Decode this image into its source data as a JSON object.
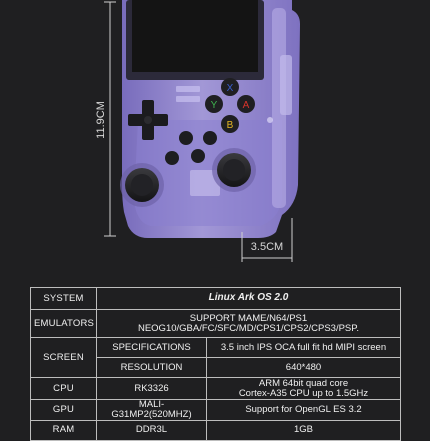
{
  "dimensions": {
    "height_label": "11.9CM",
    "depth_label": "3.5CM"
  },
  "device": {
    "buttons": {
      "x": "X",
      "y": "Y",
      "a": "A",
      "b": "B"
    },
    "colors": {
      "shell": "#9b8fd6",
      "shell_dark": "#6e62b3",
      "screen": "#141414",
      "button_x": "#3a5fcf",
      "button_y": "#3fb34f",
      "button_a": "#d8342b",
      "button_b": "#e3b523"
    }
  },
  "specs": {
    "rows": [
      {
        "label": "SYSTEM",
        "value": "Linux Ark OS 2.0"
      },
      {
        "label": "EMULATORS",
        "value_line1": "SUPPORT MAME/N64/PS1",
        "value_line2": "NEOG10/GBA/FC/SFC/MD/CPS1/CPS2/CPS3/PSP."
      },
      {
        "label": "SCREEN",
        "sub1_label": "SPECIFICATIONS",
        "sub1_value": "3.5 inch IPS OCA full fit hd MIPI screen",
        "sub2_label": "RESOLUTION",
        "sub2_value": "640*480"
      },
      {
        "label": "CPU",
        "model": "RK3326",
        "value_line1": "ARM 64bit quad core",
        "value_line2": "Cortex-A35 CPU up to 1.5GHz"
      },
      {
        "label": "GPU",
        "model": "MALI-G31MP2(520MHZ)",
        "value": "Support for OpenGL ES 3.2"
      },
      {
        "label": "RAM",
        "model": "DDR3L",
        "value": "1GB"
      }
    ]
  }
}
